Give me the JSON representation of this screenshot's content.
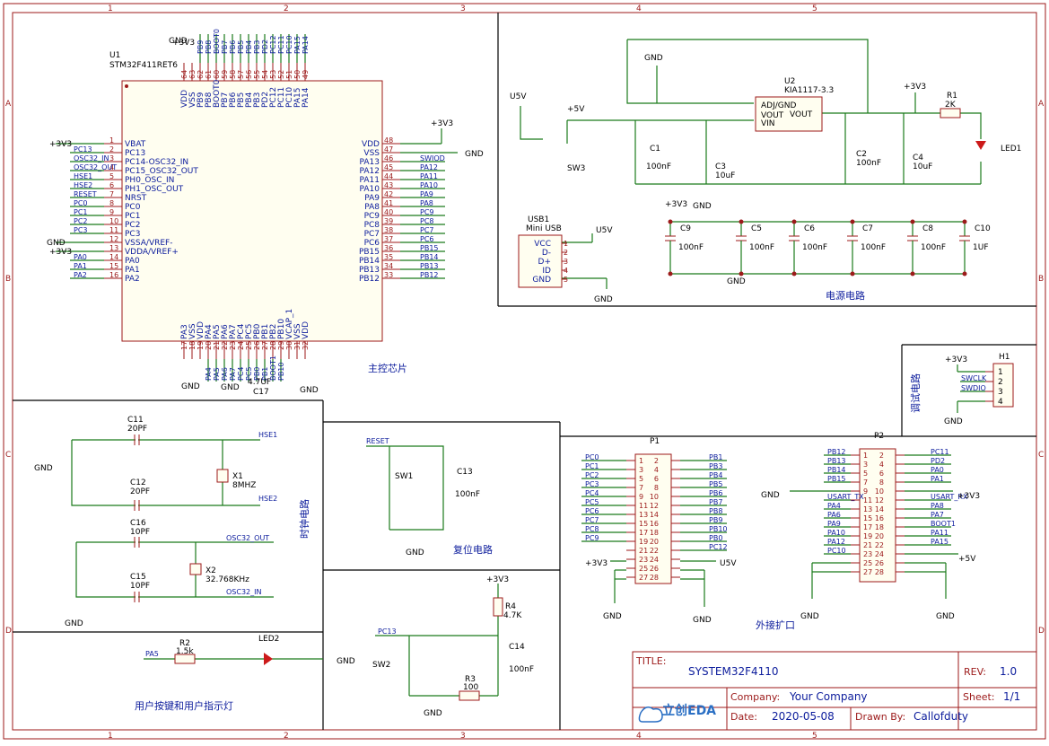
{
  "grid": {
    "cols": [
      "1",
      "2",
      "3",
      "4",
      "5"
    ],
    "rows": [
      "A",
      "B",
      "C",
      "D"
    ]
  },
  "mcu": {
    "ref": "U1",
    "part": "STM32F411RET6",
    "left_pins": [
      {
        "num": "1",
        "name": "VBAT",
        "net": "+3V3"
      },
      {
        "num": "2",
        "name": "PC13",
        "net": "PC13"
      },
      {
        "num": "3",
        "name": "PC14-OSC32_IN",
        "net": "OSC32_IN"
      },
      {
        "num": "4",
        "name": "PC15_OSC32_OUT",
        "net": "OSC32_OUT"
      },
      {
        "num": "5",
        "name": "PH0_OSC_IN",
        "net": "HSE1"
      },
      {
        "num": "6",
        "name": "PH1_OSC_OUT",
        "net": "HSE2"
      },
      {
        "num": "7",
        "name": "NRST",
        "net": "RESET"
      },
      {
        "num": "8",
        "name": "PC0",
        "net": "PC0"
      },
      {
        "num": "9",
        "name": "PC1",
        "net": "PC1"
      },
      {
        "num": "10",
        "name": "PC2",
        "net": "PC2"
      },
      {
        "num": "11",
        "name": "PC3",
        "net": "PC3"
      },
      {
        "num": "12",
        "name": "VSSA/VREF-",
        "net": "GND"
      },
      {
        "num": "13",
        "name": "VDDA/VREF+",
        "net": "+3V3"
      },
      {
        "num": "14",
        "name": "PA0",
        "net": "PA0"
      },
      {
        "num": "15",
        "name": "PA1",
        "net": "PA1"
      },
      {
        "num": "16",
        "name": "PA2",
        "net": "PA2"
      }
    ],
    "right_pins": [
      {
        "num": "48",
        "name": "VDD",
        "net": "+3V3"
      },
      {
        "num": "47",
        "name": "VSS",
        "net": "GND"
      },
      {
        "num": "46",
        "name": "PA13",
        "net": "SWIOD"
      },
      {
        "num": "45",
        "name": "PA12",
        "net": "PA12"
      },
      {
        "num": "44",
        "name": "PA11",
        "net": "PA11"
      },
      {
        "num": "43",
        "name": "PA10",
        "net": "PA10"
      },
      {
        "num": "42",
        "name": "PA9",
        "net": "PA9"
      },
      {
        "num": "41",
        "name": "PA8",
        "net": "PA8"
      },
      {
        "num": "40",
        "name": "PC9",
        "net": "PC9"
      },
      {
        "num": "39",
        "name": "PC8",
        "net": "PC8"
      },
      {
        "num": "38",
        "name": "PC7",
        "net": "PC7"
      },
      {
        "num": "37",
        "name": "PC6",
        "net": "PC6"
      },
      {
        "num": "36",
        "name": "PB15",
        "net": "PB15"
      },
      {
        "num": "35",
        "name": "PB14",
        "net": "PB14"
      },
      {
        "num": "34",
        "name": "PB13",
        "net": "PB13"
      },
      {
        "num": "33",
        "name": "PB12",
        "net": "PB12"
      }
    ],
    "top_pins": [
      {
        "num": "64",
        "name": "VDD"
      },
      {
        "num": "63",
        "name": "VSS"
      },
      {
        "num": "62",
        "name": "PB9"
      },
      {
        "num": "61",
        "name": "PB8"
      },
      {
        "num": "60",
        "name": "BOOT0"
      },
      {
        "num": "59",
        "name": "PB7"
      },
      {
        "num": "58",
        "name": "PB6"
      },
      {
        "num": "57",
        "name": "PB5"
      },
      {
        "num": "56",
        "name": "PB4"
      },
      {
        "num": "55",
        "name": "PB3"
      },
      {
        "num": "54",
        "name": "PD2"
      },
      {
        "num": "53",
        "name": "PC12"
      },
      {
        "num": "52",
        "name": "PC11"
      },
      {
        "num": "51",
        "name": "PC10"
      },
      {
        "num": "50",
        "name": "PA15"
      },
      {
        "num": "49",
        "name": "PA14"
      }
    ],
    "bottom_pins": [
      {
        "num": "17",
        "name": "PA3"
      },
      {
        "num": "18",
        "name": "VSS"
      },
      {
        "num": "19",
        "name": "VDD"
      },
      {
        "num": "20",
        "name": "PA4"
      },
      {
        "num": "21",
        "name": "PA5"
      },
      {
        "num": "22",
        "name": "PA6"
      },
      {
        "num": "23",
        "name": "PA7"
      },
      {
        "num": "24",
        "name": "PC4"
      },
      {
        "num": "25",
        "name": "PC5"
      },
      {
        "num": "26",
        "name": "PB0"
      },
      {
        "num": "27",
        "name": "PB1"
      },
      {
        "num": "28",
        "name": "PB2"
      },
      {
        "num": "29",
        "name": "PB10"
      },
      {
        "num": "30",
        "name": "VCAP_1"
      },
      {
        "num": "31",
        "name": "VSS"
      },
      {
        "num": "32",
        "name": "VDD"
      }
    ],
    "top_nets": [
      "PB9",
      "PB8",
      "BOOT0",
      "PB7",
      "PB6",
      "PB5",
      "PB4",
      "PB3",
      "PD2",
      "PC12",
      "PC11",
      "PC10",
      "PA15",
      "PA14"
    ],
    "bottom_nets": [
      "PA4",
      "PA5",
      "PA6",
      "PA7",
      "PC4",
      "PC5",
      "PB0",
      "PB1",
      "BOOT1",
      "PB10"
    ],
    "section_label": "主控芯片",
    "c17": "C17",
    "c17_val": "4.7UF"
  },
  "power": {
    "u5v": "U5V",
    "p5v": "+5V",
    "gnd": "GND",
    "p3v3": "+3V3",
    "sw3": "SW3",
    "u2_ref": "U2",
    "u2_part": "KIA1117-3.3",
    "u2_pin1": "ADJ/GND",
    "u2_pin3": "VIN",
    "u2_pin2": "VOUT",
    "u2_pin4": "VOUT",
    "c1": "C1",
    "c1_val": "100nF",
    "c2": "C2",
    "c2_val": "100nF",
    "c3": "C3",
    "c3_val": "10uF",
    "c4": "C4",
    "c4_val": "10uF",
    "r1": "R1",
    "r1_val": "2K",
    "led1": "LED1",
    "usb_ref": "USB1",
    "usb_part": "Mini USB",
    "usb_pins": [
      "VCC",
      "D-",
      "D+",
      "ID",
      "GND"
    ],
    "caps": [
      {
        "ref": "C9",
        "val": "100nF"
      },
      {
        "ref": "C5",
        "val": "100nF"
      },
      {
        "ref": "C6",
        "val": "100nF"
      },
      {
        "ref": "C7",
        "val": "100nF"
      },
      {
        "ref": "C8",
        "val": "100nF"
      },
      {
        "ref": "C10",
        "val": "1UF"
      }
    ],
    "section_label": "电源电路"
  },
  "debug": {
    "ref": "H1",
    "p3v3": "+3V3",
    "gnd": "GND",
    "nets": [
      "SWCLK",
      "SWDIO"
    ],
    "pins": [
      "1",
      "2",
      "3",
      "4"
    ],
    "section_label": "调试电路"
  },
  "clock": {
    "c11": "C11",
    "c11_val": "20PF",
    "c12": "C12",
    "c12_val": "20PF",
    "c16": "C16",
    "c16_val": "10PF",
    "c15": "C15",
    "c15_val": "10PF",
    "x1": "X1",
    "x1_val": "8MHZ",
    "x2": "X2",
    "x2_val": "32.768KHz",
    "hse1": "HSE1",
    "hse2": "HSE2",
    "osc_out": "OSC32_OUT",
    "osc_in": "OSC32_IN",
    "gnd": "GND",
    "section_label": "时钟电路"
  },
  "reset": {
    "net": "RESET",
    "sw": "SW1",
    "c13": "C13",
    "c13_val": "100nF",
    "gnd": "GND",
    "section_label": "复位电路"
  },
  "userkey": {
    "pa5": "PA5",
    "r2": "R2",
    "r2_val": "1.5k",
    "led2": "LED2",
    "gnd": "GND",
    "pc13": "PC13",
    "p3v3": "+3V3",
    "r4": "R4",
    "r4_val": "4.7K",
    "c14": "C14",
    "c14_val": "100nF",
    "r3": "R3",
    "r3_val": "100",
    "sw2": "SW2",
    "section_label": "用户按键和用户指示灯"
  },
  "p1": {
    "ref": "P1",
    "left_nets": [
      "PC0",
      "PC1",
      "PC2",
      "PC3",
      "PC4",
      "PC5",
      "PC6",
      "PC7",
      "PC8",
      "PC9"
    ],
    "right_nets": [
      "PB1",
      "PB3",
      "PB4",
      "PB5",
      "PB6",
      "PB7",
      "PB8",
      "PB9",
      "PB10",
      "PB0",
      "PC12"
    ],
    "left_nums": [
      "1",
      "3",
      "5",
      "7",
      "9",
      "11",
      "13",
      "15",
      "17",
      "19",
      "21",
      "23",
      "25",
      "27"
    ],
    "right_nums": [
      "2",
      "4",
      "6",
      "8",
      "10",
      "12",
      "14",
      "16",
      "18",
      "20",
      "22",
      "24",
      "26",
      "28"
    ],
    "p3v3": "+3V3",
    "u5v": "U5V",
    "gnd": "GND"
  },
  "p2": {
    "ref": "P2",
    "left_nets": [
      "PB12",
      "PB13",
      "PB14",
      "PB15",
      "USART_TX",
      "PA4",
      "PA6",
      "PA9",
      "PA10",
      "PA12",
      "PC10"
    ],
    "right_nets": [
      "PC11",
      "PD2",
      "PA0",
      "PA1",
      "USART_RX",
      "PA8",
      "PA7",
      "BOOT1",
      "PA11",
      "PA15"
    ],
    "left_nums": [
      "1",
      "3",
      "5",
      "7",
      "9",
      "11",
      "13",
      "15",
      "17",
      "19",
      "21",
      "23",
      "25",
      "27"
    ],
    "right_nums": [
      "2",
      "4",
      "6",
      "8",
      "10",
      "12",
      "14",
      "16",
      "18",
      "20",
      "22",
      "24",
      "26",
      "28"
    ],
    "p3v3": "+3V3",
    "p5v": "+5V",
    "gnd": "GND",
    "section_label": "外接扩口"
  },
  "title_block": {
    "title_label": "TITLE:",
    "title": "SYSTEM32F4110",
    "rev_label": "REV:",
    "rev": "1.0",
    "company_label": "Company:",
    "company": "Your Company",
    "sheet_label": "Sheet:",
    "sheet": "1/1",
    "date_label": "Date:",
    "date": "2020-05-08",
    "drawn_label": "Drawn By:",
    "drawn": "Callofduty",
    "logo": "立创EDA"
  }
}
